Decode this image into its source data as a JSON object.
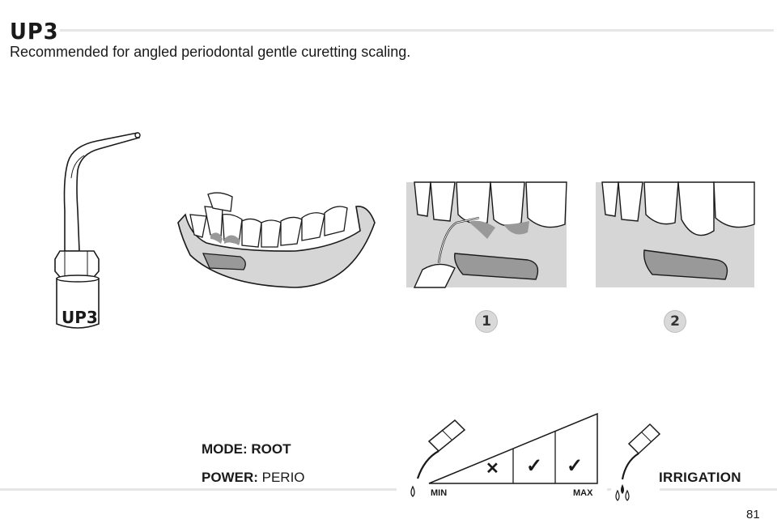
{
  "header": {
    "title": "UP3",
    "subtitle": "Recommended for angled periodontal gentle curetting scaling."
  },
  "tip": {
    "label": "UP3"
  },
  "steps": [
    {
      "number": "1"
    },
    {
      "number": "2"
    }
  ],
  "settings": {
    "mode_text": "MODE: ROOT",
    "power_label": "POWER:",
    "power_value": " PERIO",
    "irrigation": "IRRIGATION"
  },
  "power_scale": {
    "min_label": "MIN",
    "max_label": "MAX",
    "marks": [
      "✕",
      "✓",
      "✓"
    ]
  },
  "footer": {
    "page_number": "81"
  }
}
